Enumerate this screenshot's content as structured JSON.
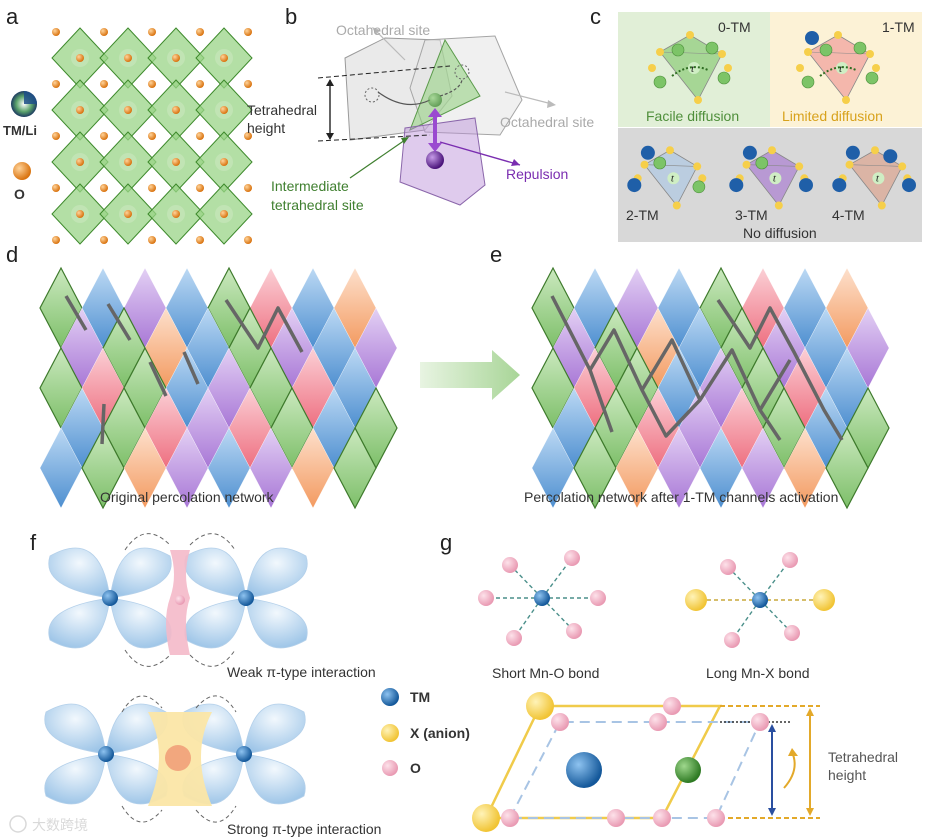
{
  "panels": {
    "a": {
      "label": "a",
      "legend_tmli": "TM/Li",
      "legend_o": "O"
    },
    "b": {
      "label": "b",
      "octahedral_site_top": "Octahedral site",
      "octahedral_site_right": "Octahedral site",
      "tetra_height_1": "Tetrahedral",
      "tetra_height_2": "height",
      "intermediate_1": "Intermediate",
      "intermediate_2": "tetrahedral site",
      "repulsion": "Repulsion"
    },
    "c": {
      "label": "c",
      "tm0": "0-TM",
      "tm1": "1-TM",
      "facile": "Facile diffusion",
      "limited": "Limited diffusion",
      "tm2": "2-TM",
      "tm3": "3-TM",
      "tm4": "4-TM",
      "nodiff": "No diffusion",
      "t": "t"
    },
    "d": {
      "label": "d",
      "caption": "Original percolation network"
    },
    "e": {
      "label": "e",
      "caption": "Percolation network after 1-TM channels activation"
    },
    "f": {
      "label": "f",
      "weak": "Weak π-type interaction",
      "strong": "Strong π-type interaction",
      "legend_tm": "TM",
      "legend_x": "X (anion)",
      "legend_o": "O"
    },
    "g": {
      "label": "g",
      "short": "Short Mn-O bond",
      "long": "Long Mn-X bond",
      "tetra_1": "Tetrahedral",
      "tetra_2": "height"
    }
  },
  "colors": {
    "green": "#8fcf7c",
    "blue": "#4f8fd0",
    "purple": "#b48ad8",
    "red": "#f08b96",
    "orange": "#f5a878",
    "tm_blue": "#1f6fb8",
    "o_orange": "#e38a1c",
    "o_pink": "#f3b6c8",
    "x_yellow": "#f6d25a"
  },
  "watermark": "大数跨境"
}
